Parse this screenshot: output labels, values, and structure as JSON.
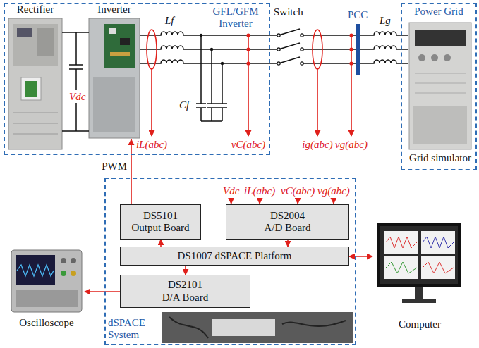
{
  "diagram": {
    "nodes": [
      {
        "text": [
          "GFL/GFM Inverter"
        ]
      },
      {
        "text": [
          "Rectifier"
        ],
        "in": 0
      },
      {
        "text": [
          "Inverter"
        ],
        "in": 0
      },
      {
        "text": [
          "Power Grid"
        ]
      },
      {
        "text": [
          "Grid simulator"
        ],
        "in": 3
      },
      {
        "text": [
          "dSPACE System"
        ]
      },
      {
        "text": [
          "DS5101 Output Board"
        ],
        "in": 5
      },
      {
        "text": [
          "DS2004 A/D Board"
        ],
        "in": 5
      },
      {
        "text": [
          "DS1007 dSPACE Platform"
        ],
        "in": 5
      },
      {
        "text": [
          "DS2101 D/A Board"
        ],
        "in": 5
      },
      {
        "text": [
          "Oscilloscope"
        ]
      },
      {
        "text": [
          "Computer"
        ]
      }
    ],
    "edges": [
      {
        "from": 6,
        "to": 2,
        "arrow": "to",
        "label": "PWM"
      },
      {
        "from": 7,
        "to": 8,
        "arrow": "to"
      },
      {
        "from": 8,
        "to": 6,
        "arrow": "to"
      },
      {
        "from": 8,
        "to": 9,
        "arrow": "to"
      },
      {
        "from": 9,
        "to": 10,
        "arrow": "to"
      },
      {
        "from": 8,
        "to": 11,
        "arrow": "both"
      }
    ],
    "labels": [
      "Lf",
      "Cf",
      "Vdc",
      "iL(abc)",
      "vC(abc)",
      "Switch",
      "ig(abc)",
      "vg(abc)",
      "PCC",
      "Lg",
      "Vdc",
      "iL(abc)",
      "vC(abc)",
      "vg(abc)"
    ]
  }
}
